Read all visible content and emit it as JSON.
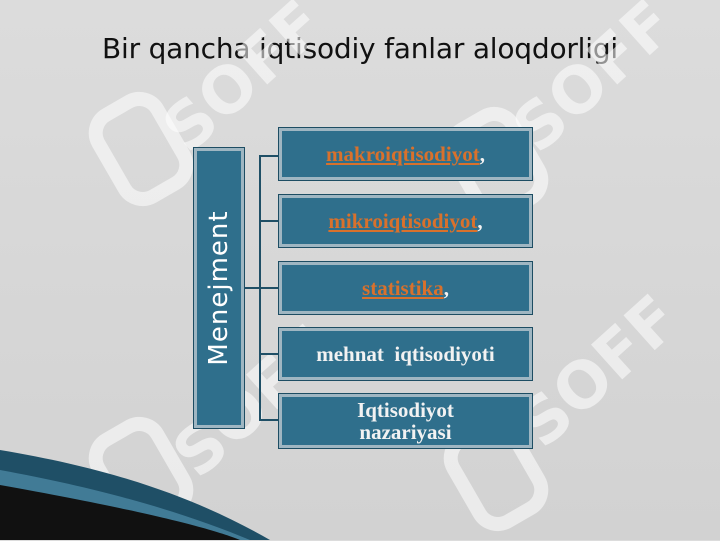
{
  "slide": {
    "title": "Bir qancha iqtisodiy fanlar aloqdorligi"
  },
  "watermark": {
    "text": "SOFF"
  },
  "diagram": {
    "root": "Menejment",
    "children": [
      {
        "text": "makroiqtisodiyot",
        "suffix": ",",
        "style": "link"
      },
      {
        "text": "mikroiqtisodiyot",
        "suffix": ",",
        "style": "link"
      },
      {
        "text": "statistika",
        "suffix": ",",
        "style": "link"
      },
      {
        "text": "mehnat  iqtisodiyoti",
        "suffix": "",
        "style": "plain"
      },
      {
        "text": "Iqtisodiyot nazariyasi",
        "suffix": "",
        "style": "plain"
      }
    ]
  },
  "colors": {
    "box_fill": "#2f6f8c",
    "box_border": "#9fb6c2",
    "link_text": "#d9712c",
    "connector": "#1f4f66"
  }
}
